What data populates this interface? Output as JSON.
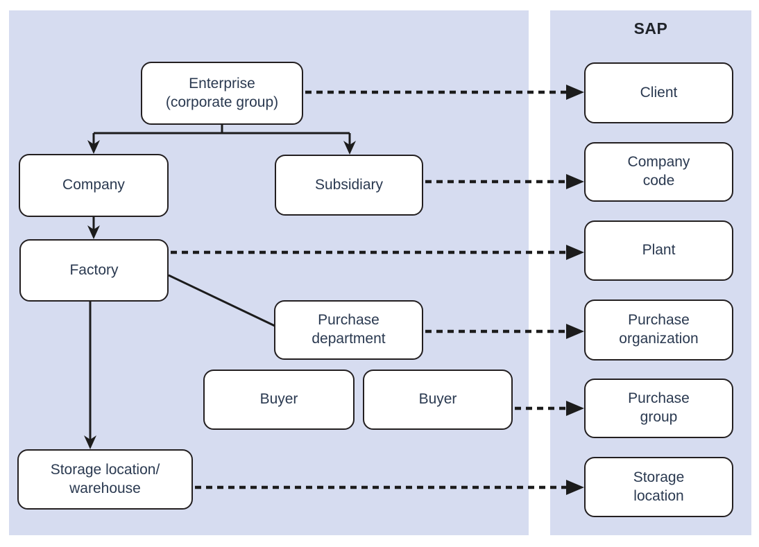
{
  "header": {
    "sap_label": "SAP"
  },
  "nodes": {
    "enterprise": "Enterprise\n(corporate group)",
    "company": "Company",
    "subsidiary": "Subsidiary",
    "factory": "Factory",
    "purchase_department": "Purchase\ndepartment",
    "buyer_1": "Buyer",
    "buyer_2": "Buyer",
    "storage_warehouse": "Storage location/\nwarehouse"
  },
  "sap_nodes": {
    "client": "Client",
    "company_code": "Company\ncode",
    "plant": "Plant",
    "purchase_organization": "Purchase\norganization",
    "purchase_group": "Purchase\ngroup",
    "storage_location": "Storage\nlocation"
  },
  "connections": {
    "hierarchy_solid": [
      {
        "from": "Enterprise (corporate group)",
        "to": "Company"
      },
      {
        "from": "Enterprise (corporate group)",
        "to": "Subsidiary"
      },
      {
        "from": "Company",
        "to": "Factory"
      },
      {
        "from": "Factory",
        "to": "Purchase department"
      },
      {
        "from": "Factory",
        "to": "Storage location/warehouse"
      }
    ],
    "sap_mapping_dashed": [
      {
        "from": "Enterprise (corporate group)",
        "to": "Client"
      },
      {
        "from": "Subsidiary",
        "to": "Company code"
      },
      {
        "from": "Factory",
        "to": "Plant"
      },
      {
        "from": "Purchase department",
        "to": "Purchase organization"
      },
      {
        "from": "Buyer",
        "to": "Purchase group"
      },
      {
        "from": "Storage location/warehouse",
        "to": "Storage location"
      }
    ]
  },
  "colors": {
    "panel_bg": "#d6dcf0",
    "box_bg": "#ffffff",
    "box_border": "#231f20",
    "text": "#2a3950",
    "arrow": "#1c1c1c"
  }
}
